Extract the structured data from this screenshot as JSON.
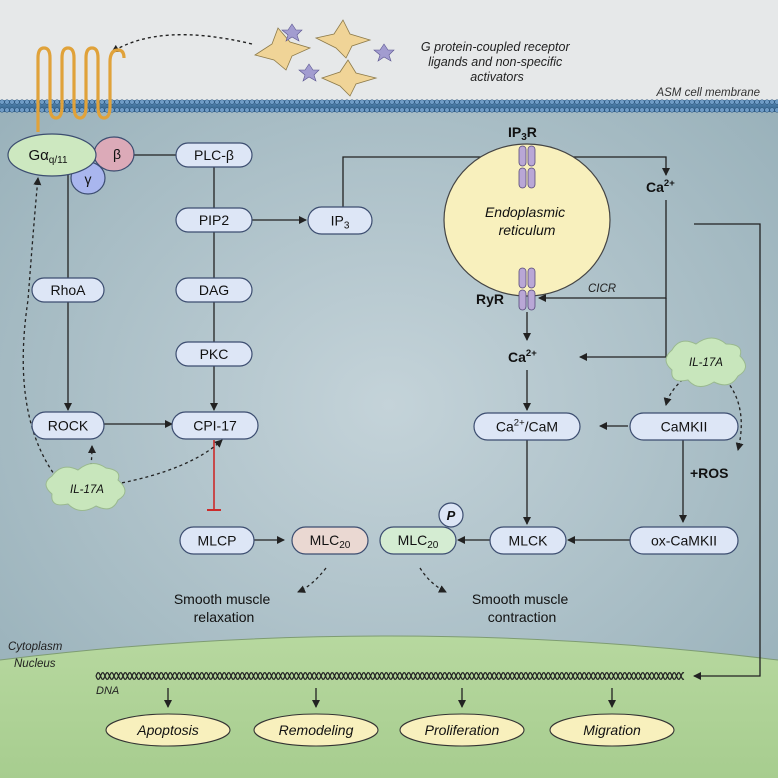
{
  "membrane_label": "ASM cell membrane",
  "ligands_label": [
    "G protein-coupled receptor",
    "ligands and non-specific",
    "activators"
  ],
  "g_alpha": "Gα",
  "g_alpha_sub": "q/11",
  "g_beta": "β",
  "g_gamma": "γ",
  "nodes": {
    "plcb": "PLC-β",
    "pip2": "PIP2",
    "dag": "DAG",
    "pkc": "PKC",
    "cpi17": "CPI-17",
    "rhoa": "RhoA",
    "rock": "ROCK",
    "mlcp": "MLCP",
    "mlc20_relax": "MLC",
    "mlc20_relax_sub": "20",
    "mlc20_contract": "MLC",
    "mlc20_contract_sub": "20",
    "phospho": "P",
    "mlck": "MLCK",
    "ip3": "IP",
    "ip3_sub": "3",
    "ca_cam": "Ca",
    "ca_cam_sup": "2+",
    "ca_cam_rest": "/CaM",
    "camkii": "CaMKII",
    "ox_camkii": "ox-CaMKII"
  },
  "ip3r_label": "IP",
  "ip3r_sub": "3",
  "ip3r_rest": "R",
  "ryr_label": "RyR",
  "er_label": [
    "Endoplasmic",
    "reticulum"
  ],
  "ca_top": "Ca",
  "ca_mid": "Ca",
  "ca_sup": "2+",
  "cicr": "CICR",
  "ros": "+ROS",
  "il17a": "IL-17A",
  "relaxation": [
    "Smooth muscle",
    "relaxation"
  ],
  "contraction": [
    "Smooth muscle",
    "contraction"
  ],
  "cytoplasm": "Cytoplasm",
  "nucleus": "Nucleus",
  "dna": "DNA",
  "outcomes": [
    "Apoptosis",
    "Remodeling",
    "Proliferation",
    "Migration"
  ],
  "colors": {
    "background_top": "#e6e8e9",
    "cytoplasm": "#a6bcc4",
    "nucleus": "#b3d49a",
    "node_fill": "#dde6f6",
    "node_stroke": "#3c4d70",
    "g_alpha_fill": "#cde8c0",
    "g_beta_fill": "#dcaab8",
    "g_gamma_fill": "#a9b6ee",
    "receptor": "#e0a23a",
    "er_fill": "#f8f0bd",
    "il17a_fill": "#c8e6bc",
    "inhibit": "#cc2b2b",
    "channel": "#b9a7d6",
    "ligand_star": "#f0d497",
    "ligand_small": "#a29cd0"
  }
}
